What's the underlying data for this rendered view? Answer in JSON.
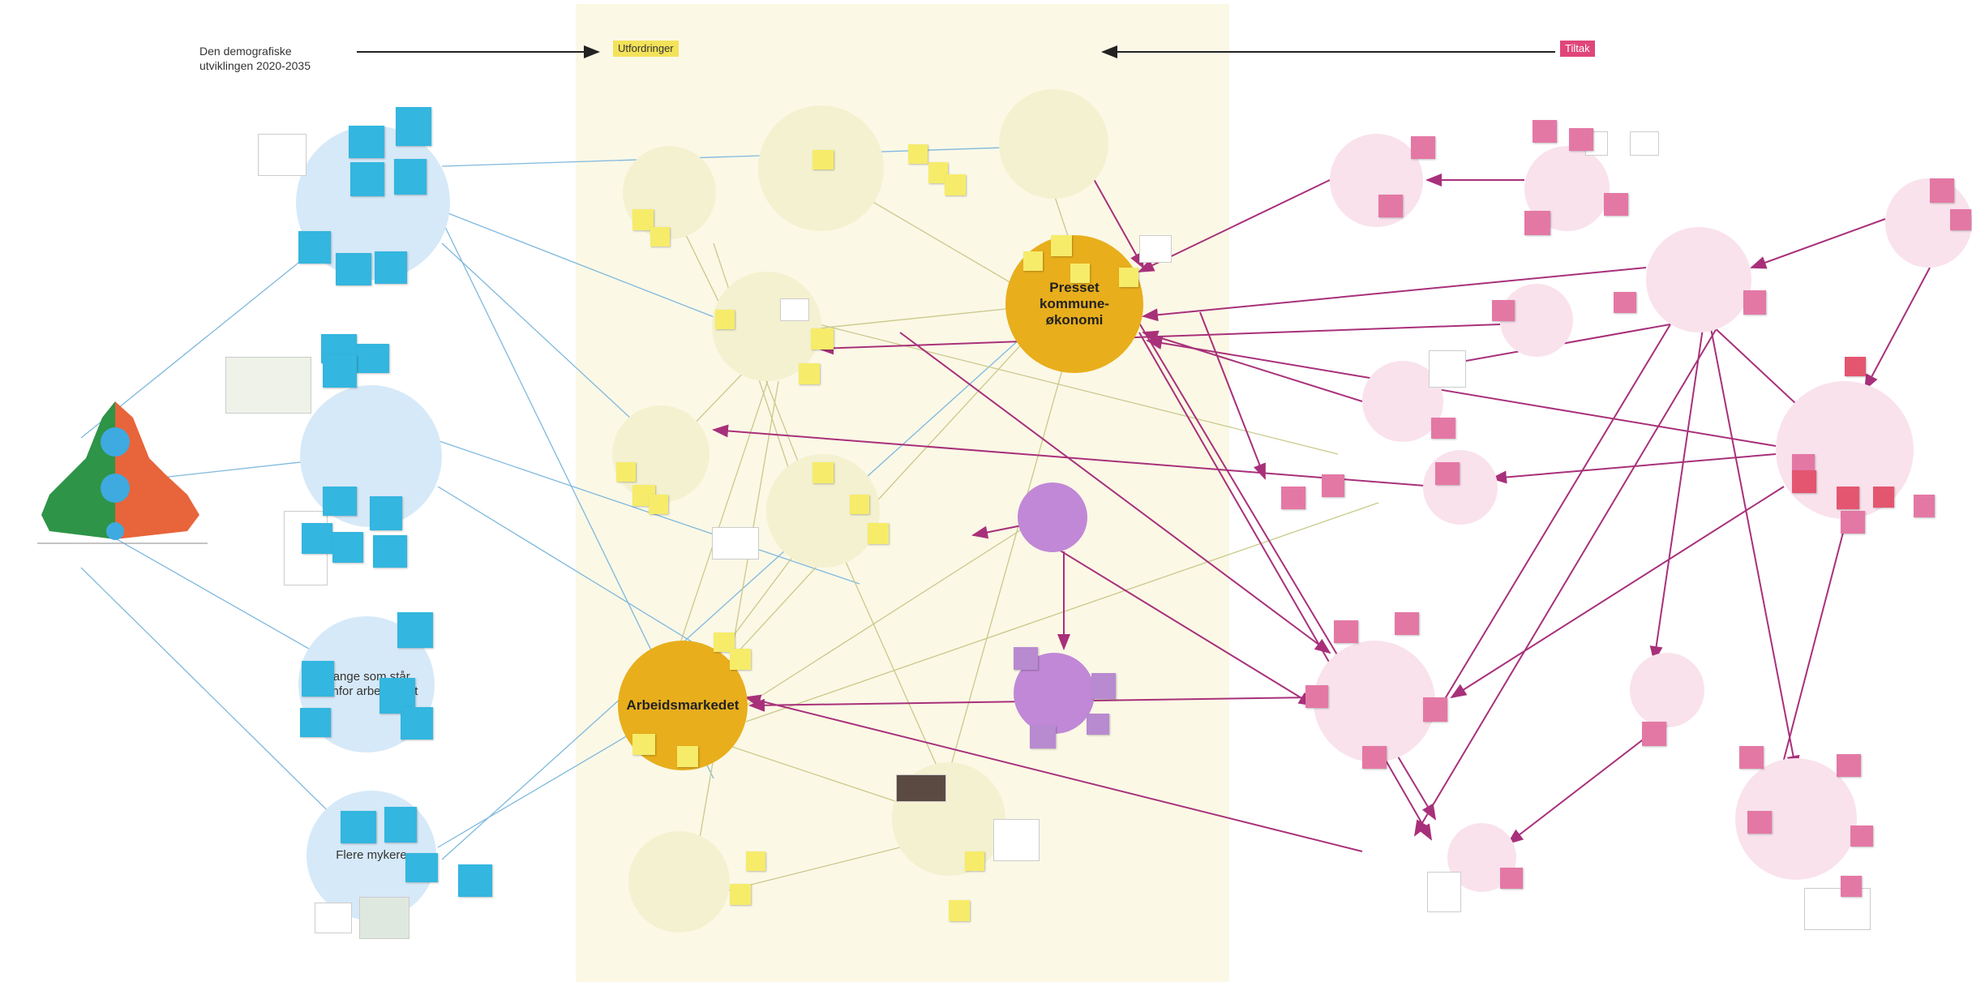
{
  "headers": {
    "left": {
      "line1": "Den demografiske",
      "line2": "utviklingen 2020-2035"
    },
    "middle": {
      "tag": "Utfordringer",
      "text": ""
    },
    "right": {
      "tag": "Tiltak",
      "text": ""
    }
  },
  "pyramid": {
    "title": "",
    "caption": ""
  },
  "nodes": {
    "b1": "",
    "b2": "",
    "b3": "Mange som står utenfor arbeidslivet",
    "b4": "Flere mykere",
    "y_pk": "Presset kommune-økonomi",
    "y_am": "Arbeidsmarkedet",
    "y1": "",
    "y2": "",
    "y3": "",
    "y4": "",
    "y5": "",
    "y6": "",
    "y7": "",
    "y8": "",
    "pu1": "",
    "pu2": "",
    "p1": "",
    "p2": "",
    "p3": "",
    "p4": "",
    "p5": "",
    "p6": "",
    "p7": "",
    "p8": "",
    "p9": "",
    "p10": "",
    "p11": ""
  },
  "colors": {
    "blue_node": "#d6e9f8",
    "cyan_sticky": "#33b6df",
    "yellow_zone": "#fbf8e6",
    "yellow_node": "#f4f1d0",
    "gold_node": "#e8ae1c",
    "purple_node": "#c088d6",
    "pink_node": "#f9e2ec",
    "pink_sticky": "#e478a5",
    "magenta_arrow": "#a8307a",
    "blue_link": "#7fb8dd",
    "olive_link": "#c9c98a",
    "pyramid_green": "#2e9447",
    "pyramid_orange": "#e8643a"
  }
}
